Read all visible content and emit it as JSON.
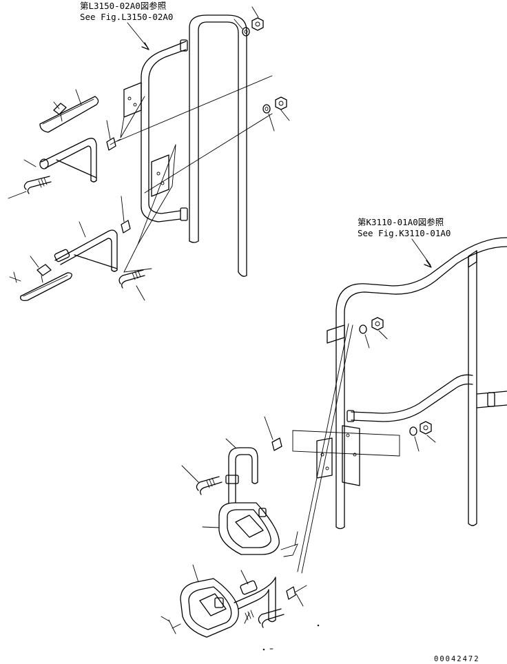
{
  "references": {
    "left_jp": "第L3150-02A0図参照",
    "left_en": "See Fig.L3150-02A0",
    "right_jp": "第K3110-01A0図参照",
    "right_en": "See Fig.K3110-01A0"
  },
  "drawing_code": "00042472",
  "colors": {
    "line": "#000000",
    "background": "#ffffff"
  }
}
